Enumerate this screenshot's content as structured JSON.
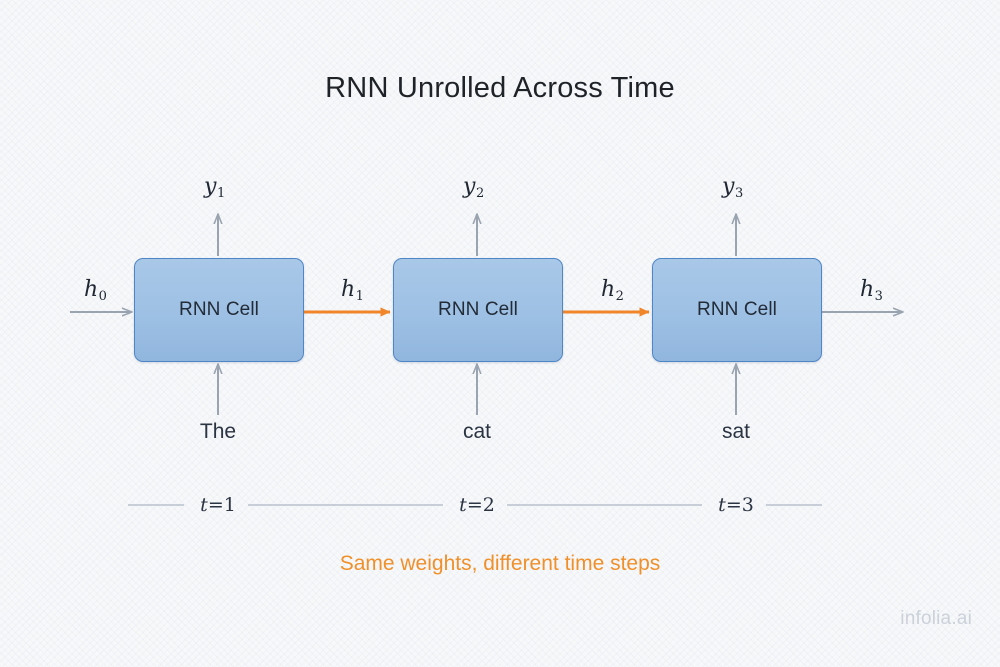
{
  "title": "RNN Unrolled Across Time",
  "caption": "Same weights, different time steps",
  "watermark": "infolia.ai",
  "colors": {
    "background": "#f7f8fa",
    "cell_fill": "#a0c3e6",
    "cell_border": "#4f86c6",
    "arrow_gray": "#9aa4b0",
    "arrow_orange": "#f0852a",
    "text_dark": "#1f2328",
    "caption_orange": "#f0902a",
    "watermark_gray": "#ccd2da"
  },
  "cells": [
    {
      "label": "RNN Cell",
      "input_token": "The",
      "output_label": "y",
      "output_sub": "1",
      "timestep": "t=1"
    },
    {
      "label": "RNN Cell",
      "input_token": "cat",
      "output_label": "y",
      "output_sub": "2",
      "timestep": "t=2"
    },
    {
      "label": "RNN Cell",
      "input_token": "sat",
      "output_label": "y",
      "output_sub": "3",
      "timestep": "t=3"
    }
  ],
  "hidden_states": [
    {
      "symbol": "h",
      "sub": "0",
      "arrow_color": "gray",
      "role": "initial-hidden-state-in"
    },
    {
      "symbol": "h",
      "sub": "1",
      "arrow_color": "orange",
      "role": "recurrent-connection-1-to-2"
    },
    {
      "symbol": "h",
      "sub": "2",
      "arrow_color": "orange",
      "role": "recurrent-connection-2-to-3"
    },
    {
      "symbol": "h",
      "sub": "3",
      "arrow_color": "gray",
      "role": "final-hidden-state-out"
    }
  ],
  "outputs": [
    {
      "symbol": "y",
      "sub": "1"
    },
    {
      "symbol": "y",
      "sub": "2"
    },
    {
      "symbol": "y",
      "sub": "3"
    }
  ],
  "tokens": [
    "The",
    "cat",
    "sat"
  ],
  "timeline": {
    "labels": [
      "t=1",
      "t=2",
      "t=3"
    ],
    "label_symbol": "t",
    "label_values": [
      "=1",
      "=2",
      "=3"
    ]
  }
}
